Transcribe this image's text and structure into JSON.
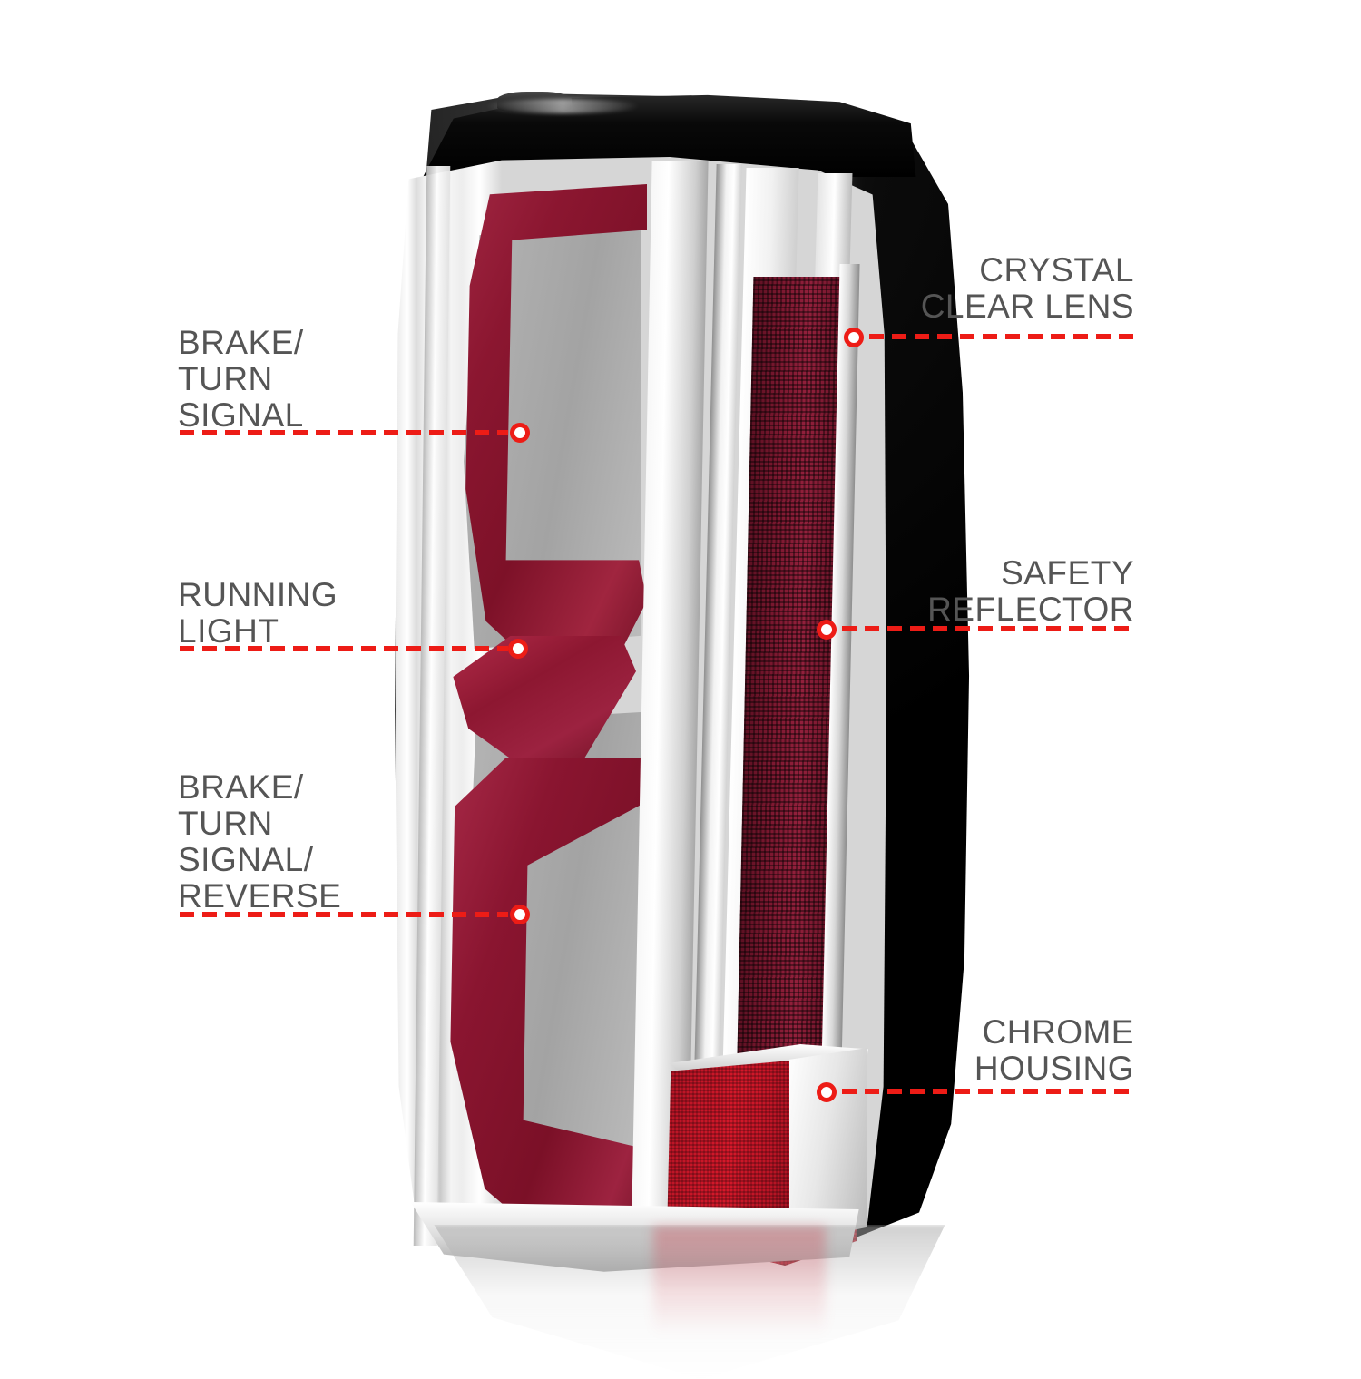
{
  "page": {
    "background_color": "#ffffff",
    "label_color": "#555555",
    "accent_color": "#ed1c16",
    "marker_fill": "#ffffff"
  },
  "product": {
    "name": "led-tail-light-assembly",
    "housing_color": "#000000",
    "lens_color": "#ffffff",
    "led_bar_color": "#8b1630",
    "reflector_color": "#7d1830",
    "reverse_lens_color": "#d6182a",
    "inner_panel_color": "#ababab"
  },
  "callouts": {
    "left": [
      {
        "id": "brake-turn-signal",
        "label": "BRAKE/\nTURN\nSIGNAL"
      },
      {
        "id": "running-light",
        "label": "RUNNING\nLIGHT"
      },
      {
        "id": "brake-turn-signal-reverse",
        "label": "BRAKE/\nTURN\nSIGNAL/\nREVERSE"
      }
    ],
    "right": [
      {
        "id": "crystal-clear-lens",
        "label": "CRYSTAL\nCLEAR LENS"
      },
      {
        "id": "safety-reflector",
        "label": "SAFETY\nREFLECTOR"
      },
      {
        "id": "chrome-housing",
        "label": "CHROME\nHOUSING"
      }
    ]
  }
}
